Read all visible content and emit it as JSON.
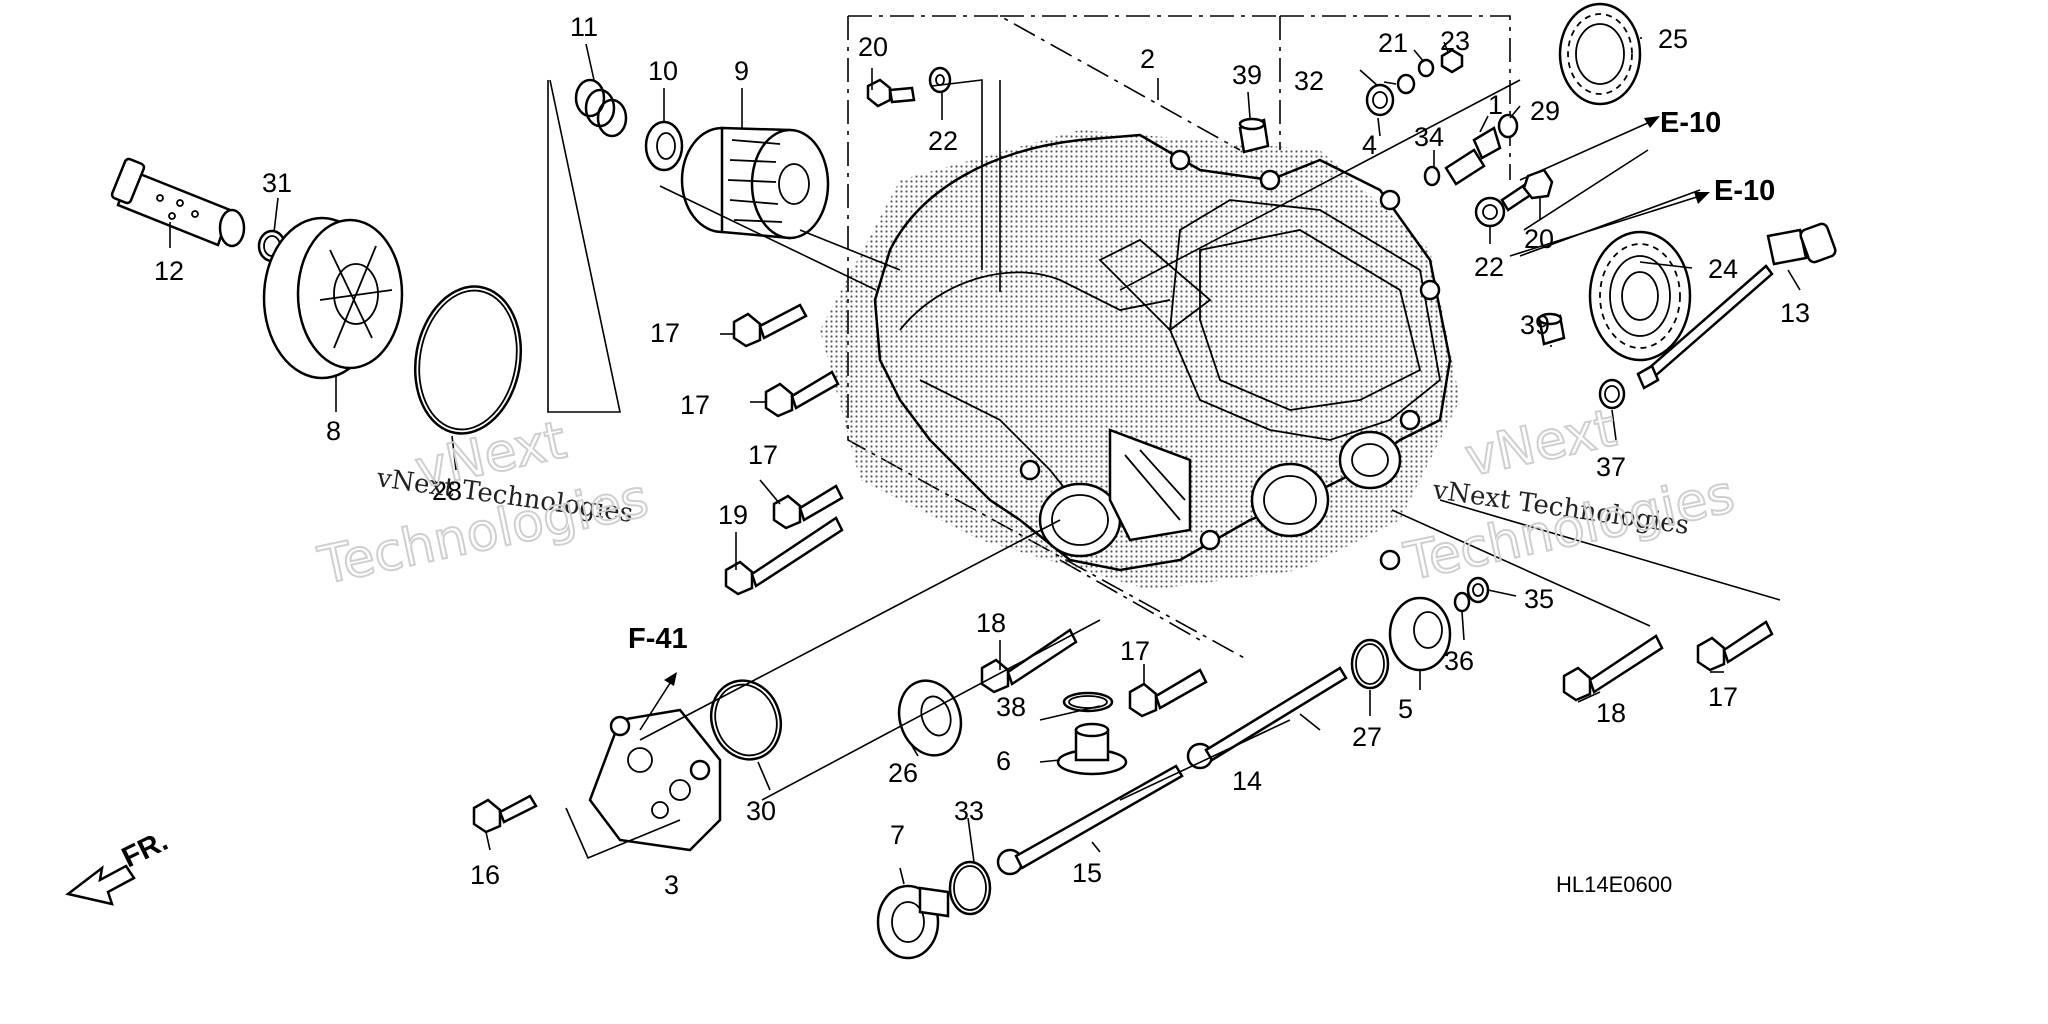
{
  "diagram": {
    "callouts": {
      "c1": "1",
      "c2": "2",
      "c3": "3",
      "c4": "4",
      "c5": "5",
      "c6": "6",
      "c7": "7",
      "c8": "8",
      "c9": "9",
      "c10": "10",
      "c11": "11",
      "c12": "12",
      "c13": "13",
      "c14": "14",
      "c15": "15",
      "c16": "16",
      "c17": "17",
      "c18": "18",
      "c19": "19",
      "c20": "20",
      "c21": "21",
      "c22": "22",
      "c23": "23",
      "c24": "24",
      "c25": "25",
      "c26": "26",
      "c27": "27",
      "c28": "28",
      "c29": "29",
      "c30": "30",
      "c31": "31",
      "c32": "32",
      "c33": "33",
      "c34": "34",
      "c35": "35",
      "c36": "36",
      "c37": "37",
      "c38": "38",
      "c39": "39"
    },
    "references": {
      "e10": "E-10",
      "f41": "F-41"
    },
    "front_arrow_label": "FR.",
    "diagram_code": "HL14E0600",
    "watermark": {
      "line1": "vNext Technologies",
      "line2": "Technologies",
      "line3": "vNext"
    }
  }
}
